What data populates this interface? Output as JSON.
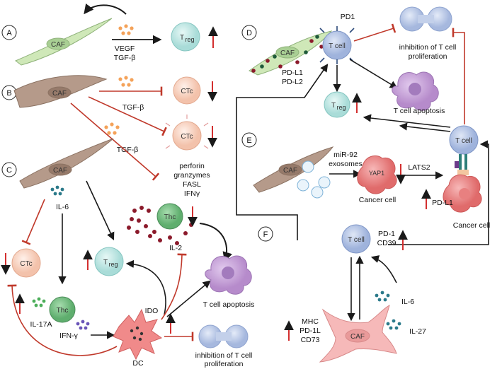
{
  "panels": [
    "A",
    "B",
    "C",
    "D",
    "E",
    "F"
  ],
  "cells": {
    "caf": "CAF",
    "treg_main": "T",
    "treg_sub": "reg",
    "ctc": "CTc",
    "thc": "Thc",
    "tcell": "T cell",
    "dc": "DC",
    "yap1": "YAP1"
  },
  "labels": {
    "a_factors": [
      "VEGF",
      "TGF-β"
    ],
    "b_tgfb_1": "TGF-β",
    "b_tgfb_2": "TGF-β",
    "b_effectors": [
      "perforin",
      "granzymes",
      "FASL",
      "IFNγ"
    ],
    "c_il6": "IL-6",
    "c_il17a": "IL-17A",
    "c_ifng": "IFN-γ",
    "c_il2": "IL-2",
    "c_ido": "IDO",
    "c_apoptosis": "T cell apoptosis",
    "c_inhibition": [
      "inhibition of T cell",
      "proliferation"
    ],
    "d_pd1": "PD1",
    "d_pdl": [
      "PD-L1",
      "PD-L2"
    ],
    "d_inhibition": [
      "inhibition of T cell",
      "proliferation"
    ],
    "d_apoptosis": "T cell apoptosis",
    "e_mir": [
      "miR-92",
      "exosomes"
    ],
    "e_cancer1": "Cancer cell",
    "e_lats2": "LATS2",
    "e_pdl1": "PD-L1",
    "e_cancer2": "Cancer cell",
    "f_markers_t": [
      "PD-1",
      "CD39"
    ],
    "f_il6": "IL-6",
    "f_il27": "IL-27",
    "f_caf_markers": [
      "MHC",
      "PD-1L",
      "CD73"
    ]
  },
  "colors": {
    "arrow_black": "#1a1a1a",
    "inhibit_red": "#c0392b",
    "up_red": "#d32f2f",
    "caf_green": "#cfe8b8",
    "caf_brown": "#b59a8a",
    "treg_teal": "#c8ebe8",
    "ctc_peach": "#f9d9c9",
    "thc_green": "#7cc48a",
    "apoptosis_purple": "#c8a6d8",
    "tcell_blue": "#b9c8e6",
    "cancer_pink": "#f08a8a",
    "caf_pink": "#f6b9b9"
  }
}
